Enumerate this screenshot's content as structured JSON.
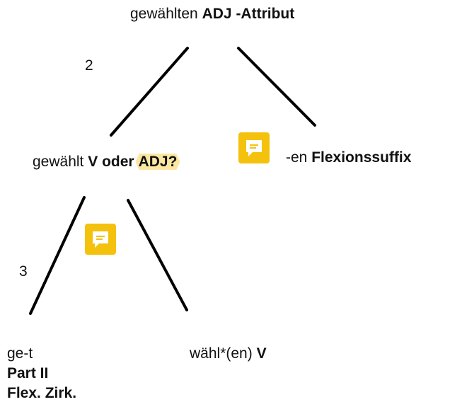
{
  "root": {
    "word": "gewählten",
    "category": "ADJ -Attribut"
  },
  "edge_labels": {
    "top_left": "2",
    "lower_left": "3"
  },
  "middle": {
    "word": "gewählt",
    "category": "V oder",
    "highlighted": "ADJ?"
  },
  "suffix": {
    "morph": "-en",
    "category": "Flexionssuffix"
  },
  "leaf_left": {
    "morph": "ge-t",
    "line2": "Part II",
    "line3": "Flex. Zirk."
  },
  "leaf_right": {
    "morph": "wähl*(en)",
    "category": "V"
  },
  "comment_icons": [
    {
      "icon": "comment-icon"
    },
    {
      "icon": "comment-icon"
    }
  ],
  "colors": {
    "comment": "#f4c20d",
    "highlight": "#fbe7a1",
    "line": "#000000"
  }
}
